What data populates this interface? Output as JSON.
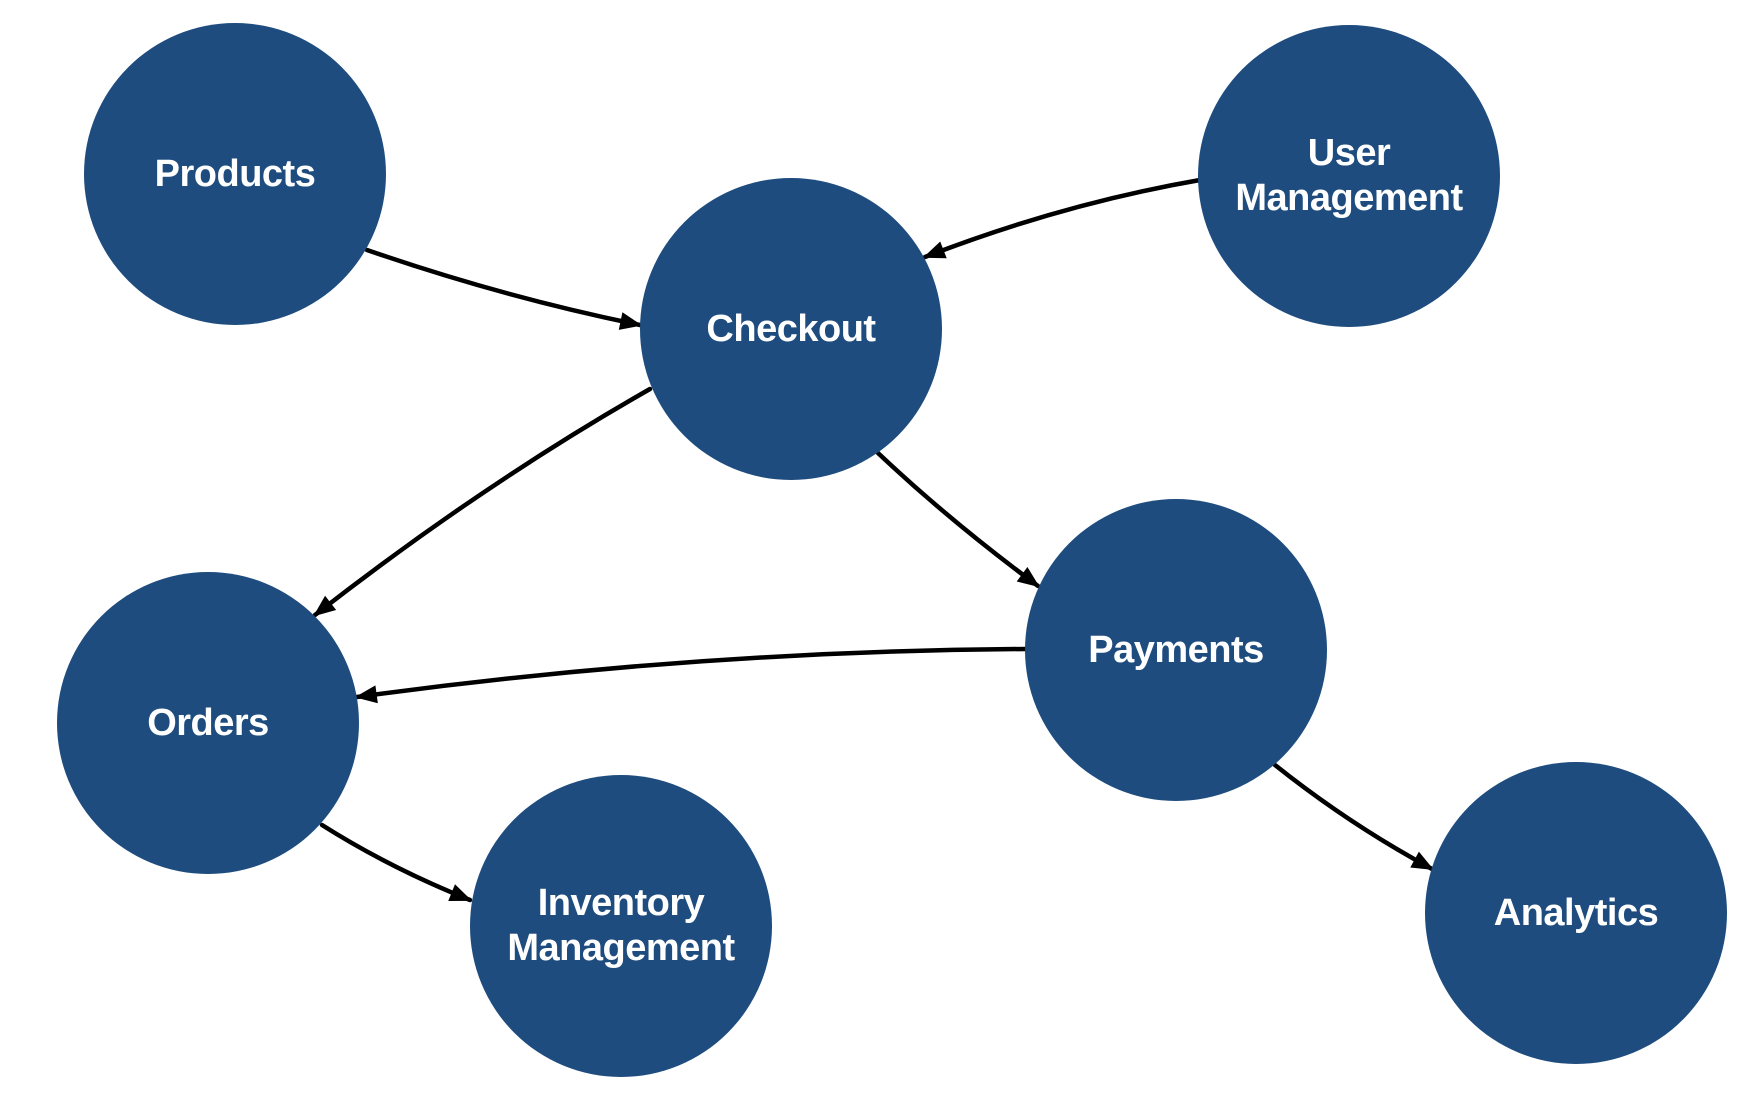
{
  "diagram": {
    "colors": {
      "background": "#ffffff",
      "node_fill": "#1e4c7e",
      "node_text": "#ffffff",
      "edge": "#000000"
    },
    "nodes": [
      {
        "id": "products",
        "label": "Products"
      },
      {
        "id": "user-management",
        "label": "User Management"
      },
      {
        "id": "checkout",
        "label": "Checkout"
      },
      {
        "id": "orders",
        "label": "Orders"
      },
      {
        "id": "payments",
        "label": "Payments"
      },
      {
        "id": "inventory-management",
        "label": "Inventory Management"
      },
      {
        "id": "analytics",
        "label": "Analytics"
      }
    ],
    "edges": [
      {
        "from": "products",
        "to": "checkout"
      },
      {
        "from": "user-management",
        "to": "checkout"
      },
      {
        "from": "checkout",
        "to": "orders"
      },
      {
        "from": "checkout",
        "to": "payments"
      },
      {
        "from": "payments",
        "to": "orders"
      },
      {
        "from": "orders",
        "to": "inventory-management"
      },
      {
        "from": "payments",
        "to": "analytics"
      }
    ]
  }
}
